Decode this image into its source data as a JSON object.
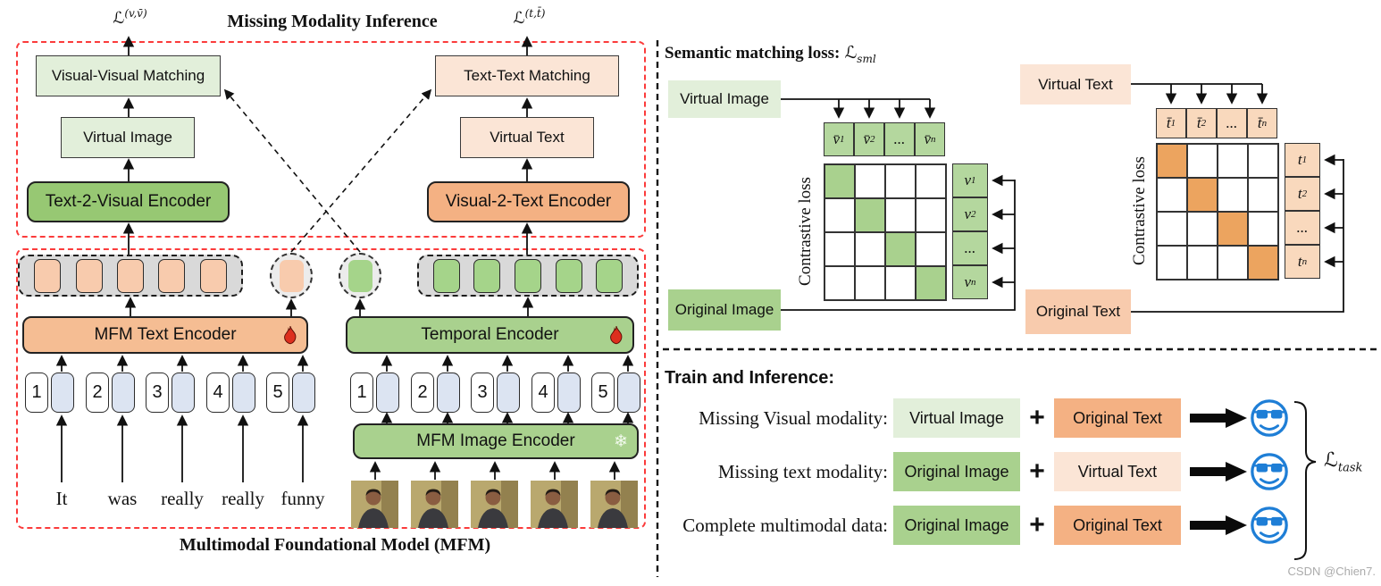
{
  "colors": {
    "green": "#a9d18e",
    "light_green": "#e2efda",
    "orange": "#f4b183",
    "light_orange": "#fbe5d6",
    "token_orange": "#f8cbad",
    "token_green": "#a5d48a",
    "lavender": "#dce4f2",
    "matrix_diag_green": "#a9d18e",
    "matrix_diag_orange": "#eca45f",
    "red_dashed_border": "#fb3b3b",
    "smiley_blue": "#1e7ed6",
    "flame_red": "#dd2f1e",
    "watermark_gray": "#ababab"
  },
  "left_panel": {
    "loss_vv_base": "ℒ",
    "loss_vv_sup": "(v,v̄)",
    "title": "Missing Modality Inference",
    "loss_tt_base": "ℒ",
    "loss_tt_sup": "(t,t̄)",
    "boxes": {
      "visual_visual_matching": "Visual-Visual Matching",
      "virtual_image": "Virtual Image",
      "text_2_visual_encoder": "Text-2-Visual Encoder",
      "text_text_matching": "Text-Text Matching",
      "virtual_text": "Virtual Text",
      "visual_2_text_encoder": "Visual-2-Text Encoder",
      "mfm_text_encoder": "MFM Text Encoder",
      "temporal_encoder": "Temporal Encoder",
      "mfm_image_encoder": "MFM Image Encoder"
    },
    "token_numbers": [
      "1",
      "2",
      "3",
      "4",
      "5"
    ],
    "words": [
      "It",
      "was",
      "really",
      "really",
      "funny"
    ],
    "caption": "Multimodal Foundational Model (MFM)",
    "snowflake_glyph": "❄"
  },
  "sml_panel": {
    "title": "Semantic matching loss:",
    "loss_base": "ℒ",
    "loss_sub": "sml",
    "image_side": {
      "virtual_box": "Virtual Image",
      "original_box": "Original Image",
      "axis_label": "Contrastive loss",
      "header_cells": [
        {
          "base": "v̄",
          "sub": "1"
        },
        {
          "base": "v̄",
          "sub": "2"
        },
        {
          "base": "...",
          "sub": ""
        },
        {
          "base": "v̄",
          "sub": "n"
        }
      ],
      "side_cells": [
        {
          "base": "v",
          "sub": "1"
        },
        {
          "base": "v",
          "sub": "2"
        },
        {
          "base": "...",
          "sub": ""
        },
        {
          "base": "v",
          "sub": "n"
        }
      ]
    },
    "text_side": {
      "virtual_box": "Virtual Text",
      "original_box": "Original Text",
      "axis_label": "Contrastive loss",
      "header_cells": [
        {
          "base": "t̄",
          "sub": "1"
        },
        {
          "base": "t̄",
          "sub": "2"
        },
        {
          "base": "...",
          "sub": ""
        },
        {
          "base": "t̄",
          "sub": "n"
        }
      ],
      "side_cells": [
        {
          "base": "t",
          "sub": "1"
        },
        {
          "base": "t",
          "sub": "2"
        },
        {
          "base": "...",
          "sub": ""
        },
        {
          "base": "t",
          "sub": "n"
        }
      ]
    }
  },
  "train_panel": {
    "title": "Train and Inference:",
    "plus": "+",
    "rows": [
      {
        "label": "Missing Visual modality:",
        "box1": "Virtual Image",
        "box2": "Original Text"
      },
      {
        "label": "Missing text modality:",
        "box1": "Original Image",
        "box2": "Virtual Text"
      },
      {
        "label": "Complete multimodal data:",
        "box1": "Original Image",
        "box2": "Original Text"
      }
    ],
    "loss_task_base": "ℒ",
    "loss_task_sub": "task"
  },
  "watermark": "CSDN @Chien7."
}
